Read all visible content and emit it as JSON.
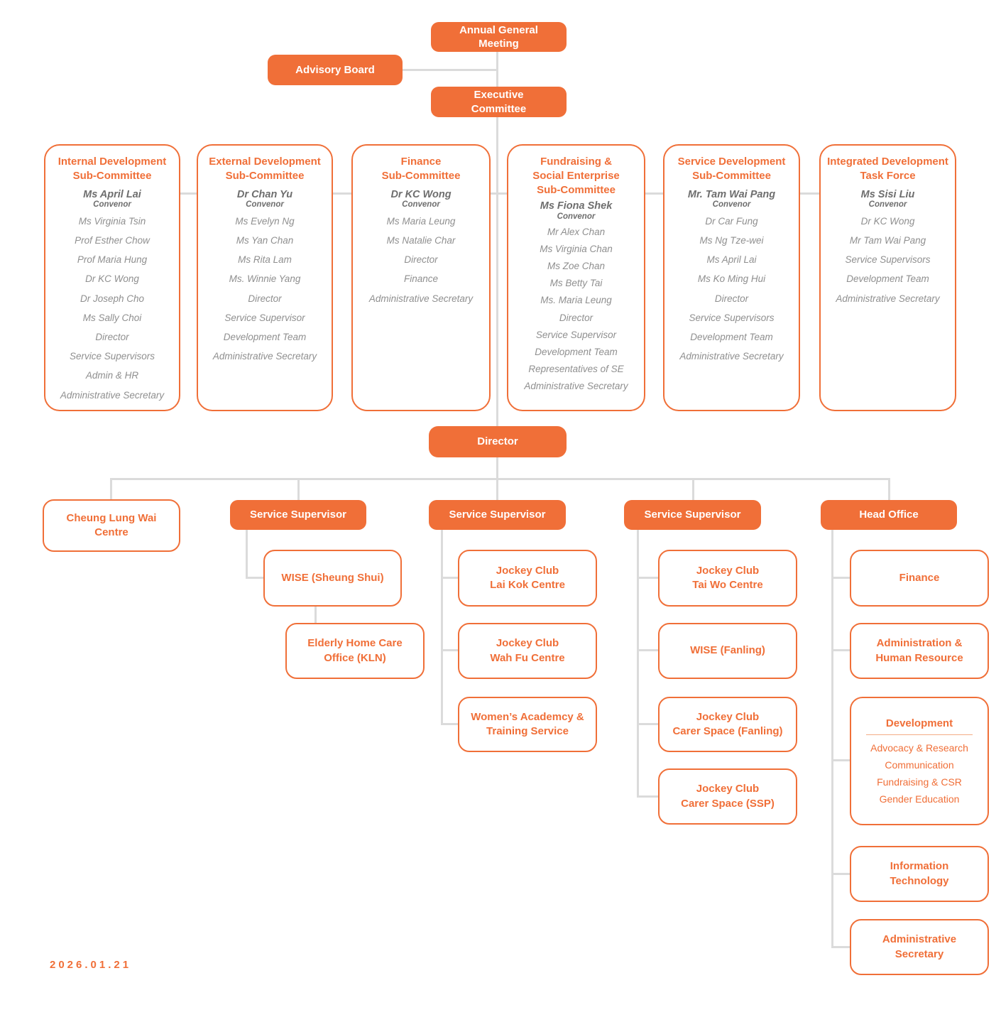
{
  "colors": {
    "orange": "#f06f38",
    "member_gray": "#8f8f8f",
    "convenor_gray": "#6e6e6e",
    "connector_gray": "#dbdbdb"
  },
  "top": {
    "agm": "Annual General\nMeeting",
    "advisory": "Advisory Board",
    "exec": "Executive\nCommittee"
  },
  "committees": [
    {
      "title": "Internal Development\nSub-Committee",
      "convenor": "Ms April Lai",
      "convenor_label": "Convenor",
      "members": [
        "Ms Virginia Tsin",
        "Prof Esther Chow",
        "Prof Maria Hung",
        "Dr KC Wong",
        "Dr Joseph Cho",
        "Ms Sally Choi",
        "Director",
        "Service Supervisors",
        "Admin & HR",
        "Administrative Secretary"
      ]
    },
    {
      "title": "External Development\nSub-Committee",
      "convenor": "Dr Chan Yu",
      "convenor_label": "Convenor",
      "members": [
        "Ms Evelyn Ng",
        "Ms Yan Chan",
        "Ms Rita Lam",
        "Ms. Winnie Yang",
        "Director",
        "Service Supervisor",
        "Development Team",
        "Administrative Secretary"
      ]
    },
    {
      "title": "Finance\nSub-Committee",
      "convenor": "Dr KC Wong",
      "convenor_label": "Convenor",
      "members": [
        "Ms Maria Leung",
        "Ms Natalie Char",
        "Director",
        "Finance",
        "Administrative Secretary"
      ]
    },
    {
      "title": "Fundraising &\nSocial Enterprise\nSub-Committee",
      "convenor": "Ms Fiona Shek",
      "convenor_label": "Convenor",
      "members": [
        "Mr Alex Chan",
        "Ms Virginia Chan",
        "Ms Zoe Chan",
        "Ms Betty Tai",
        "Ms. Maria Leung",
        "Director",
        "Service Supervisor",
        "Development Team",
        "Representatives of SE",
        "Administrative Secretary"
      ]
    },
    {
      "title": "Service Development\nSub-Committee",
      "convenor": "Mr. Tam Wai Pang",
      "convenor_label": "Convenor",
      "members": [
        "Dr Car Fung",
        "Ms Ng Tze-wei",
        "Ms April Lai",
        "Ms Ko Ming Hui",
        "Director",
        "Service Supervisors",
        "Development Team",
        "Administrative Secretary"
      ]
    },
    {
      "title": "Integrated Development\nTask Force",
      "convenor": "Ms Sisi Liu",
      "convenor_label": "Convenor",
      "members": [
        "Dr KC Wong",
        "Mr Tam Wai Pang",
        "Service Supervisors",
        "Development Team",
        "Administrative Secretary"
      ]
    }
  ],
  "director_label": "Director",
  "row2": {
    "cheung_lung_wai": "Cheung Lung Wai\nCentre",
    "service_supervisor_1": "Service Supervisor",
    "service_supervisor_2": "Service Supervisor",
    "service_supervisor_3": "Service Supervisor",
    "head_office": "Head Office"
  },
  "supervisor1_units": [
    "WISE (Sheung Shui)",
    "Elderly Home Care\nOffice (KLN)"
  ],
  "supervisor2_units": [
    "Jockey Club\nLai Kok Centre",
    "Jockey Club\nWah Fu Centre",
    "Women’s Academcy &\nTraining Service"
  ],
  "supervisor3_units": [
    "Jockey Club\nTai Wo Centre",
    "WISE (Fanling)",
    "Jockey Club\nCarer Space (Fanling)",
    "Jockey Club\nCarer Space (SSP)"
  ],
  "head_office_units": {
    "finance": "Finance",
    "admin_hr": "Administration &\nHuman Resource",
    "development": {
      "title": "Development",
      "items": [
        "Advocacy & Research",
        "Communication",
        "Fundraising & CSR",
        "Gender Education"
      ]
    },
    "it": "Information\nTechnology",
    "admin_secretary": "Administrative\nSecretary"
  },
  "date": "2026.01.21"
}
